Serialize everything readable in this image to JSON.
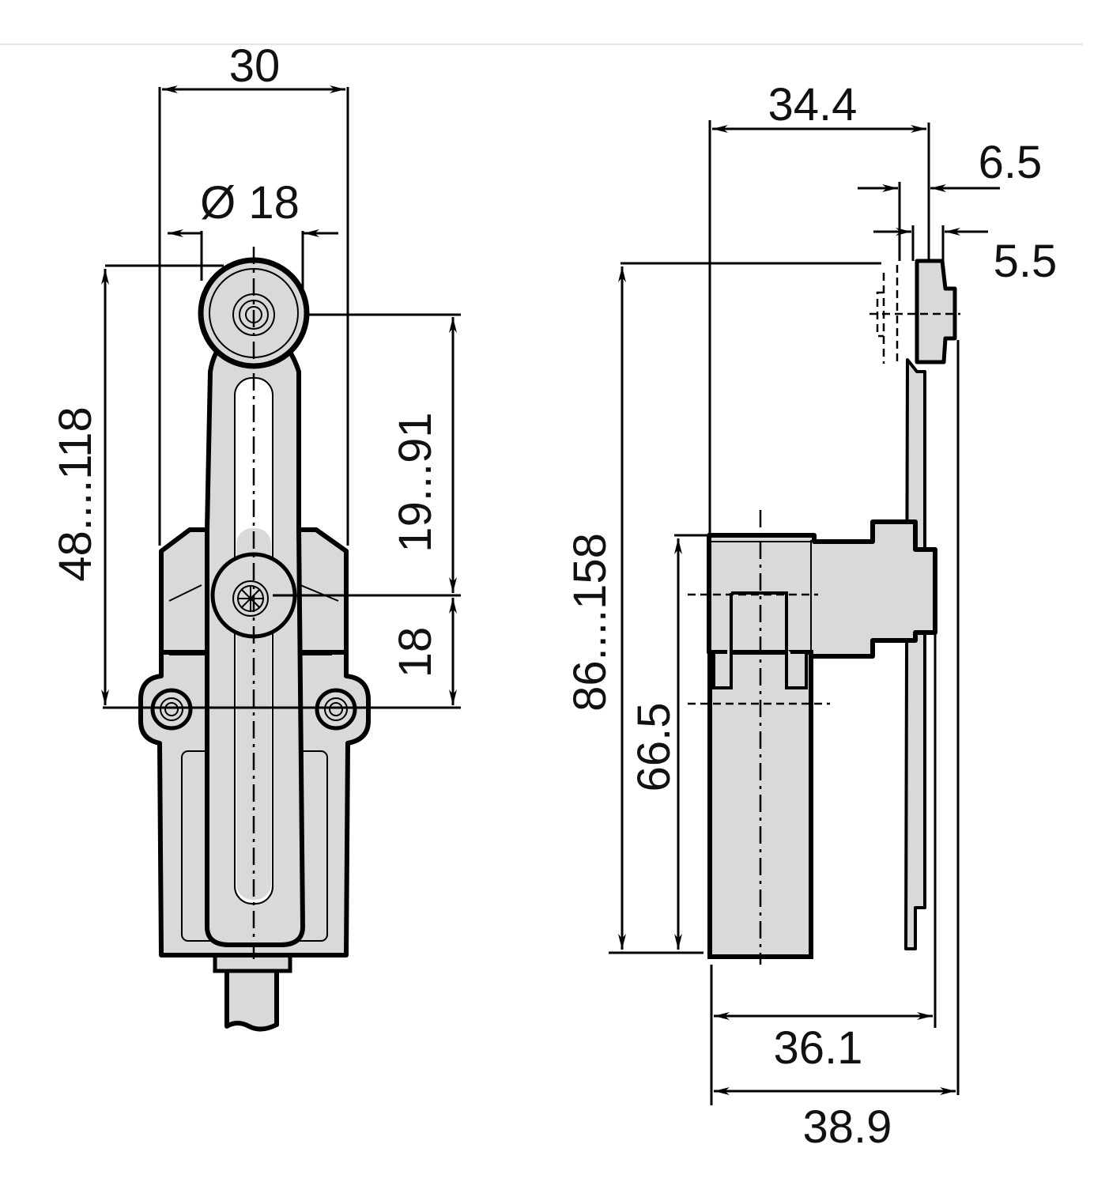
{
  "front_view": {
    "dim_width": "30",
    "dim_roller_diameter": "Ø 18",
    "dim_arm_length": "48....118",
    "dim_roller_travel": "19...91",
    "dim_pivot_to_mount": "18"
  },
  "side_view": {
    "dim_pivot_offset": "34.4",
    "dim_roller_width": "6.5",
    "dim_arm_thickness": "5.5",
    "dim_total_height": "86....158",
    "dim_body_height": "66.5",
    "dim_depth_inner": "36.1",
    "dim_depth_outer": "38.9"
  }
}
